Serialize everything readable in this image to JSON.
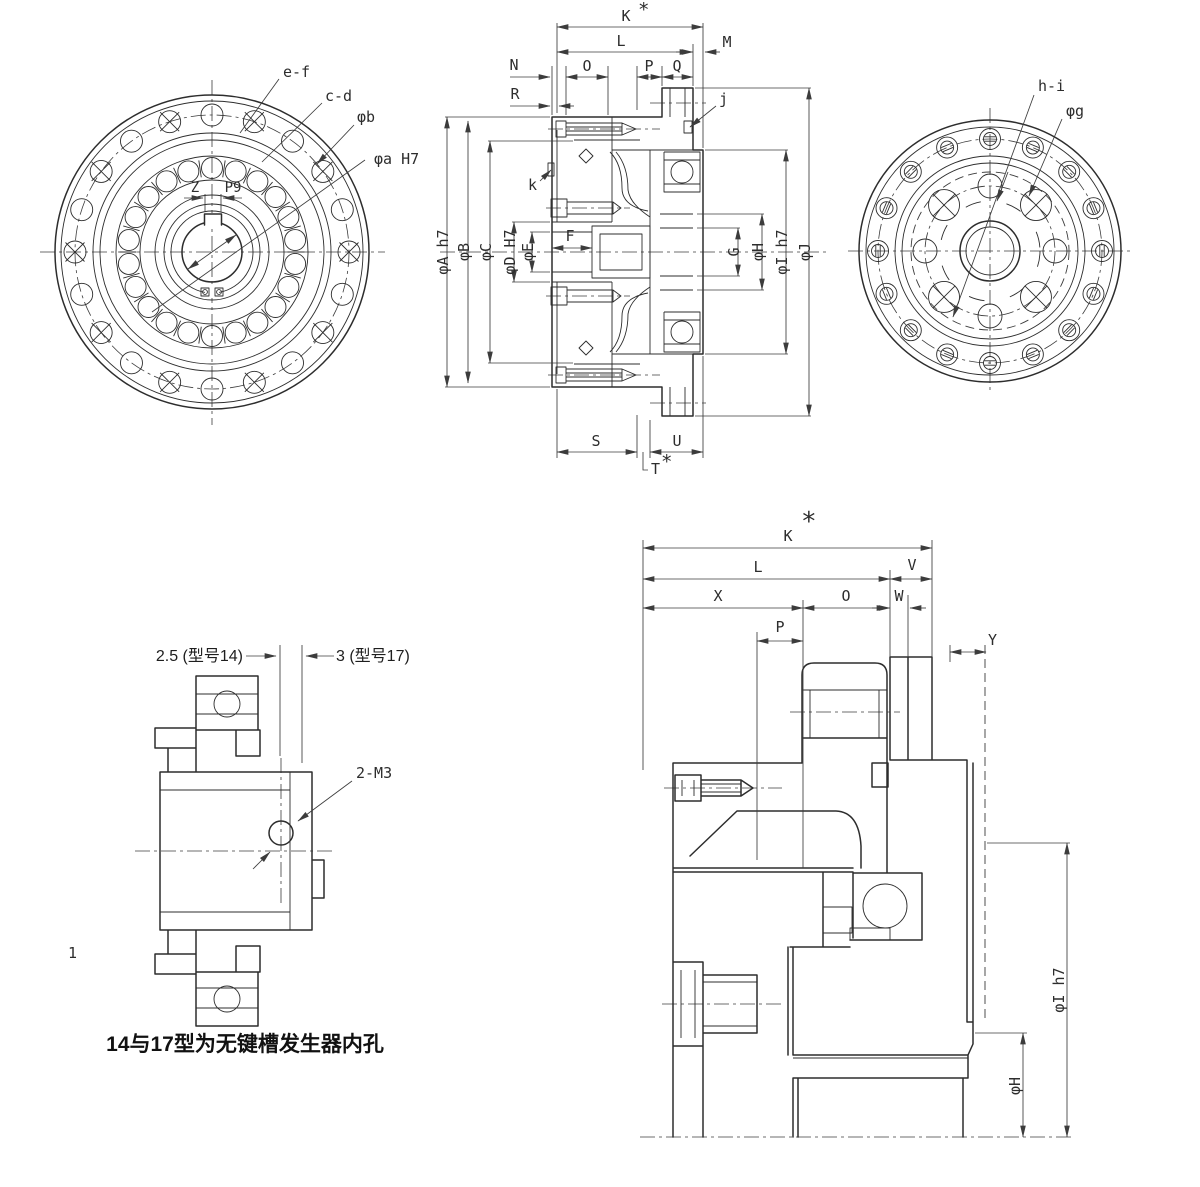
{
  "views": {
    "front": {
      "labels": {
        "ef": "e-f",
        "cd": "c-d",
        "phib": "φb",
        "phia": "φa H7",
        "z": "Z",
        "p9": "P9"
      }
    },
    "section": {
      "top": {
        "K": "K",
        "Kstar": "*",
        "L": "L",
        "M": "M",
        "N": "N",
        "O": "O",
        "P": "P",
        "Q": "Q",
        "R": "R"
      },
      "left": {
        "phiA": "φA h7",
        "phiB": "φB",
        "phiC": "φC",
        "phiD": "φD H7",
        "phiE": "φE",
        "F": "F"
      },
      "right": {
        "G": "G",
        "phiH": "φH",
        "phiI": "φI h7",
        "phiJ": "φJ"
      },
      "bottom": {
        "S": "S",
        "T": "T",
        "Tstar": "*",
        "U": "U"
      },
      "leaders": {
        "j": "j",
        "k": "k"
      }
    },
    "rear": {
      "labels": {
        "hi": "h-i",
        "phig": "φg"
      }
    },
    "generator": {
      "dim_left": "2.5 (型号14)",
      "dim_right": "3 (型号17)",
      "thread": "2-M3",
      "index": "1",
      "caption": "14与17型为无键槽发生器内孔"
    },
    "enlarged": {
      "top": {
        "K": "K",
        "Kstar": "*",
        "L": "L",
        "V": "V",
        "X": "X",
        "O": "O",
        "W": "W",
        "P": "P",
        "Y": "Y"
      },
      "right": {
        "phiI": "φI h7",
        "phiH": "φH"
      }
    }
  },
  "colors": {
    "line": "#2d2d2d",
    "dim": "#3c3c3c",
    "background": "#ffffff"
  }
}
